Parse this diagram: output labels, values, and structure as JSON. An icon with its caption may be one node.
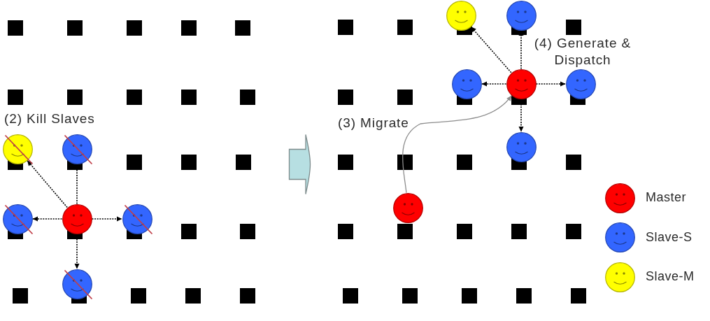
{
  "diagram": {
    "nodes": [
      {
        "text": [],
        "shape": "circle"
      },
      {
        "text": [],
        "shape": "circle"
      },
      {
        "text": [],
        "shape": "circle"
      },
      {
        "text": [],
        "shape": "circle"
      },
      {
        "text": [],
        "shape": "circle"
      },
      {
        "text": [],
        "shape": "circle"
      },
      {
        "text": [],
        "shape": "circle"
      },
      {
        "text": [],
        "shape": "circle"
      },
      {
        "text": [],
        "shape": "circle"
      },
      {
        "text": [],
        "shape": "circle"
      },
      {
        "text": [],
        "shape": "circle"
      },
      {
        "text": [],
        "shape": "circle"
      },
      {
        "text": [],
        "shape": "circle"
      }
    ],
    "edges": [
      {
        "from": 3,
        "to": 1,
        "arrow": "to",
        "style": "dashed"
      },
      {
        "from": 3,
        "to": 0,
        "arrow": "to",
        "style": "dashed"
      },
      {
        "from": 3,
        "to": 2,
        "arrow": "to",
        "style": "dashed"
      },
      {
        "from": 3,
        "to": 4,
        "arrow": "to",
        "style": "dashed"
      },
      {
        "from": 3,
        "to": 5,
        "arrow": "to",
        "style": "dashed"
      },
      {
        "from": 9,
        "to": 7,
        "arrow": "to",
        "style": "dashed"
      },
      {
        "from": 9,
        "to": 6,
        "arrow": "to",
        "style": "dashed"
      },
      {
        "from": 9,
        "to": 8,
        "arrow": "to",
        "style": "dashed"
      },
      {
        "from": 9,
        "to": 10,
        "arrow": "to",
        "style": "dashed"
      },
      {
        "from": 9,
        "to": 11,
        "arrow": "to",
        "style": "dashed"
      },
      {
        "from": 12,
        "to": 9,
        "arrow": "to",
        "label": "(3) Migrate",
        "color": "#8c8c8c"
      }
    ],
    "labels": [
      "(2) Kill Slaves",
      "(4) Generate & Dispatch"
    ],
    "legend": [
      {
        "text": "Master",
        "color": "#ff0000"
      },
      {
        "text": "Slave-S",
        "color": "#3366ff"
      },
      {
        "text": "Slave-M",
        "color": "#ffff00"
      }
    ]
  }
}
